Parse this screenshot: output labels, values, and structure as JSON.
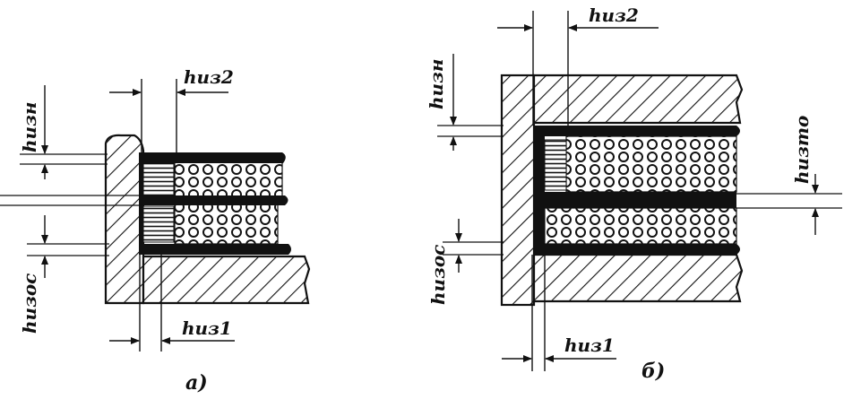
{
  "figure_a": {
    "caption": "а)",
    "labels": {
      "h_iz2": "hиз2",
      "h_izn": "hизн",
      "h_izos": "hизос",
      "h_iz1": "hиз1"
    }
  },
  "figure_b": {
    "caption": "б)",
    "labels": {
      "h_iz2": "hиз2",
      "h_izn": "hизн",
      "h_izos": "hизос",
      "h_iz1": "hиз1",
      "h_izto": "hизто"
    }
  }
}
